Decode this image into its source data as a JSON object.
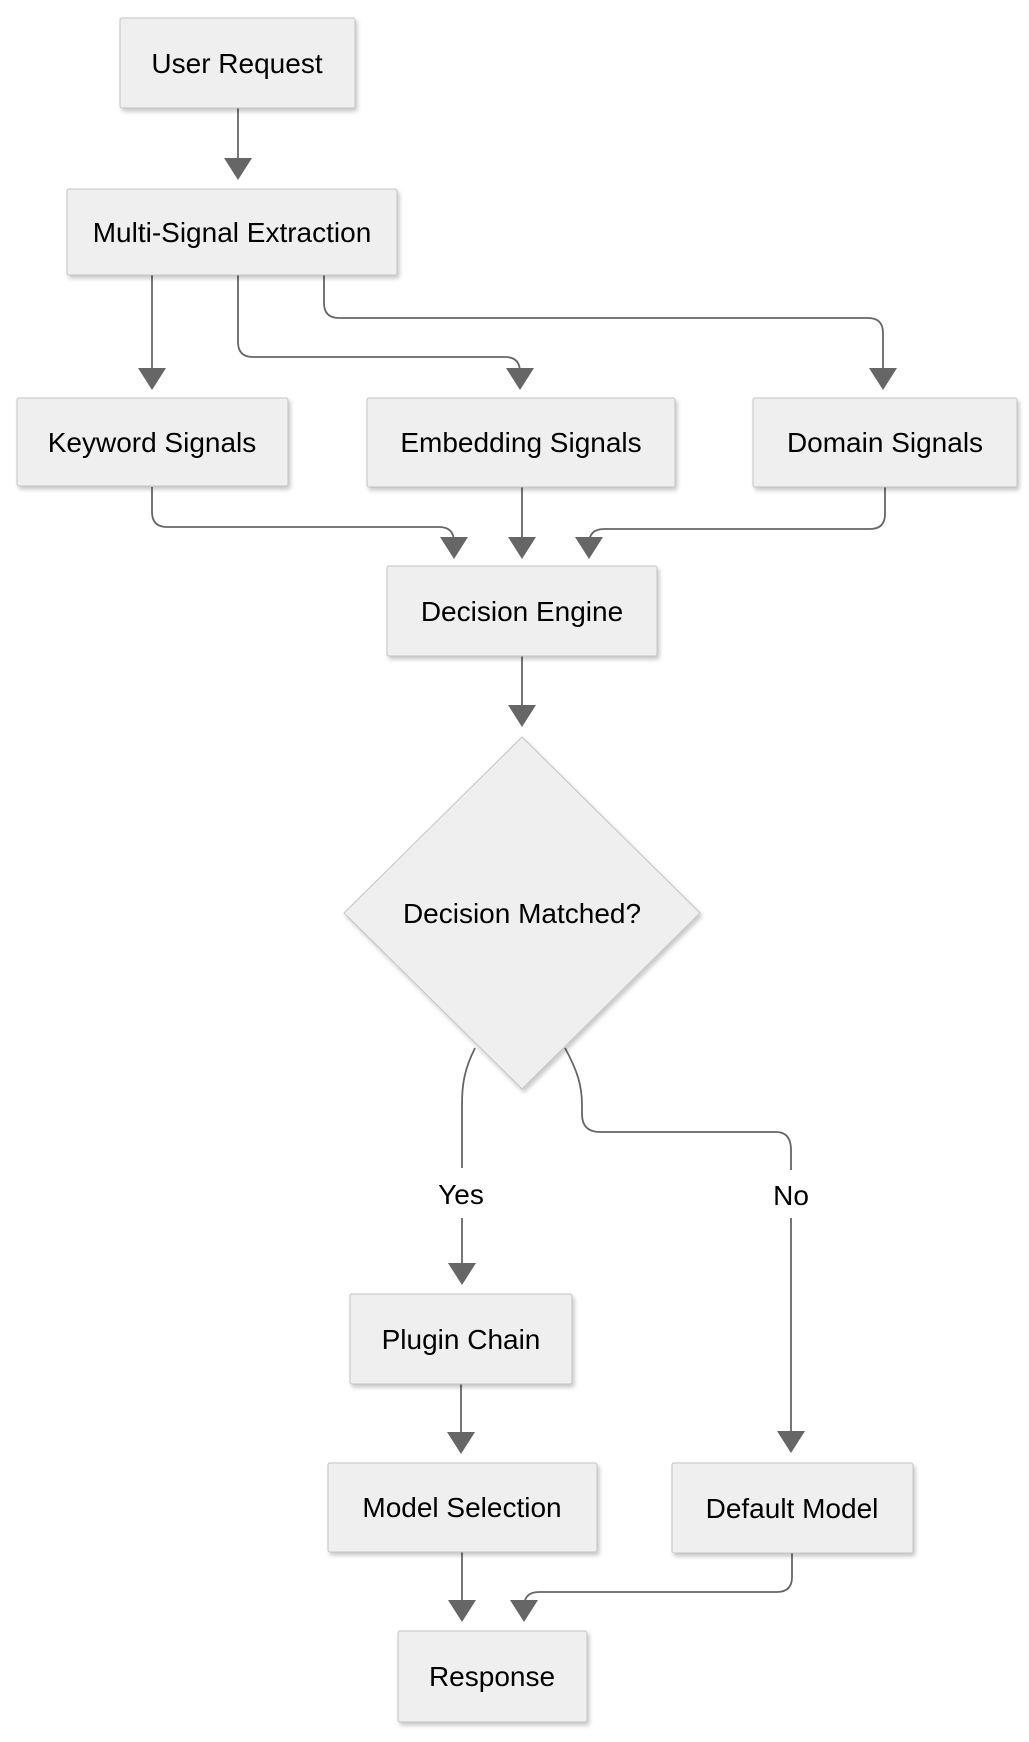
{
  "diagram_type": "flowchart",
  "colors": {
    "background": "#ffffff",
    "node_fill": "#efefef",
    "node_border": "#c4c4c4",
    "edge": "#666666",
    "text": "#000000"
  },
  "nodes": {
    "user_request": {
      "label": "User Request",
      "shape": "rect"
    },
    "multi_signal_extraction": {
      "label": "Multi-Signal Extraction",
      "shape": "rect"
    },
    "keyword_signals": {
      "label": "Keyword Signals",
      "shape": "rect"
    },
    "embedding_signals": {
      "label": "Embedding Signals",
      "shape": "rect"
    },
    "domain_signals": {
      "label": "Domain Signals",
      "shape": "rect"
    },
    "decision_engine": {
      "label": "Decision Engine",
      "shape": "rect"
    },
    "decision_matched": {
      "label": "Decision Matched?",
      "shape": "diamond"
    },
    "plugin_chain": {
      "label": "Plugin Chain",
      "shape": "rect"
    },
    "model_selection": {
      "label": "Model Selection",
      "shape": "rect"
    },
    "default_model": {
      "label": "Default Model",
      "shape": "rect"
    },
    "response": {
      "label": "Response",
      "shape": "rect"
    }
  },
  "edges": [
    {
      "from": "User Request",
      "to": "Multi-Signal Extraction",
      "label": ""
    },
    {
      "from": "Multi-Signal Extraction",
      "to": "Keyword Signals",
      "label": ""
    },
    {
      "from": "Multi-Signal Extraction",
      "to": "Embedding Signals",
      "label": ""
    },
    {
      "from": "Multi-Signal Extraction",
      "to": "Domain Signals",
      "label": ""
    },
    {
      "from": "Keyword Signals",
      "to": "Decision Engine",
      "label": ""
    },
    {
      "from": "Embedding Signals",
      "to": "Decision Engine",
      "label": ""
    },
    {
      "from": "Domain Signals",
      "to": "Decision Engine",
      "label": ""
    },
    {
      "from": "Decision Engine",
      "to": "Decision Matched?",
      "label": ""
    },
    {
      "from": "Decision Matched?",
      "to": "Plugin Chain",
      "label": "Yes"
    },
    {
      "from": "Decision Matched?",
      "to": "Default Model",
      "label": "No"
    },
    {
      "from": "Plugin Chain",
      "to": "Model Selection",
      "label": ""
    },
    {
      "from": "Model Selection",
      "to": "Response",
      "label": ""
    },
    {
      "from": "Default Model",
      "to": "Response",
      "label": ""
    }
  ]
}
